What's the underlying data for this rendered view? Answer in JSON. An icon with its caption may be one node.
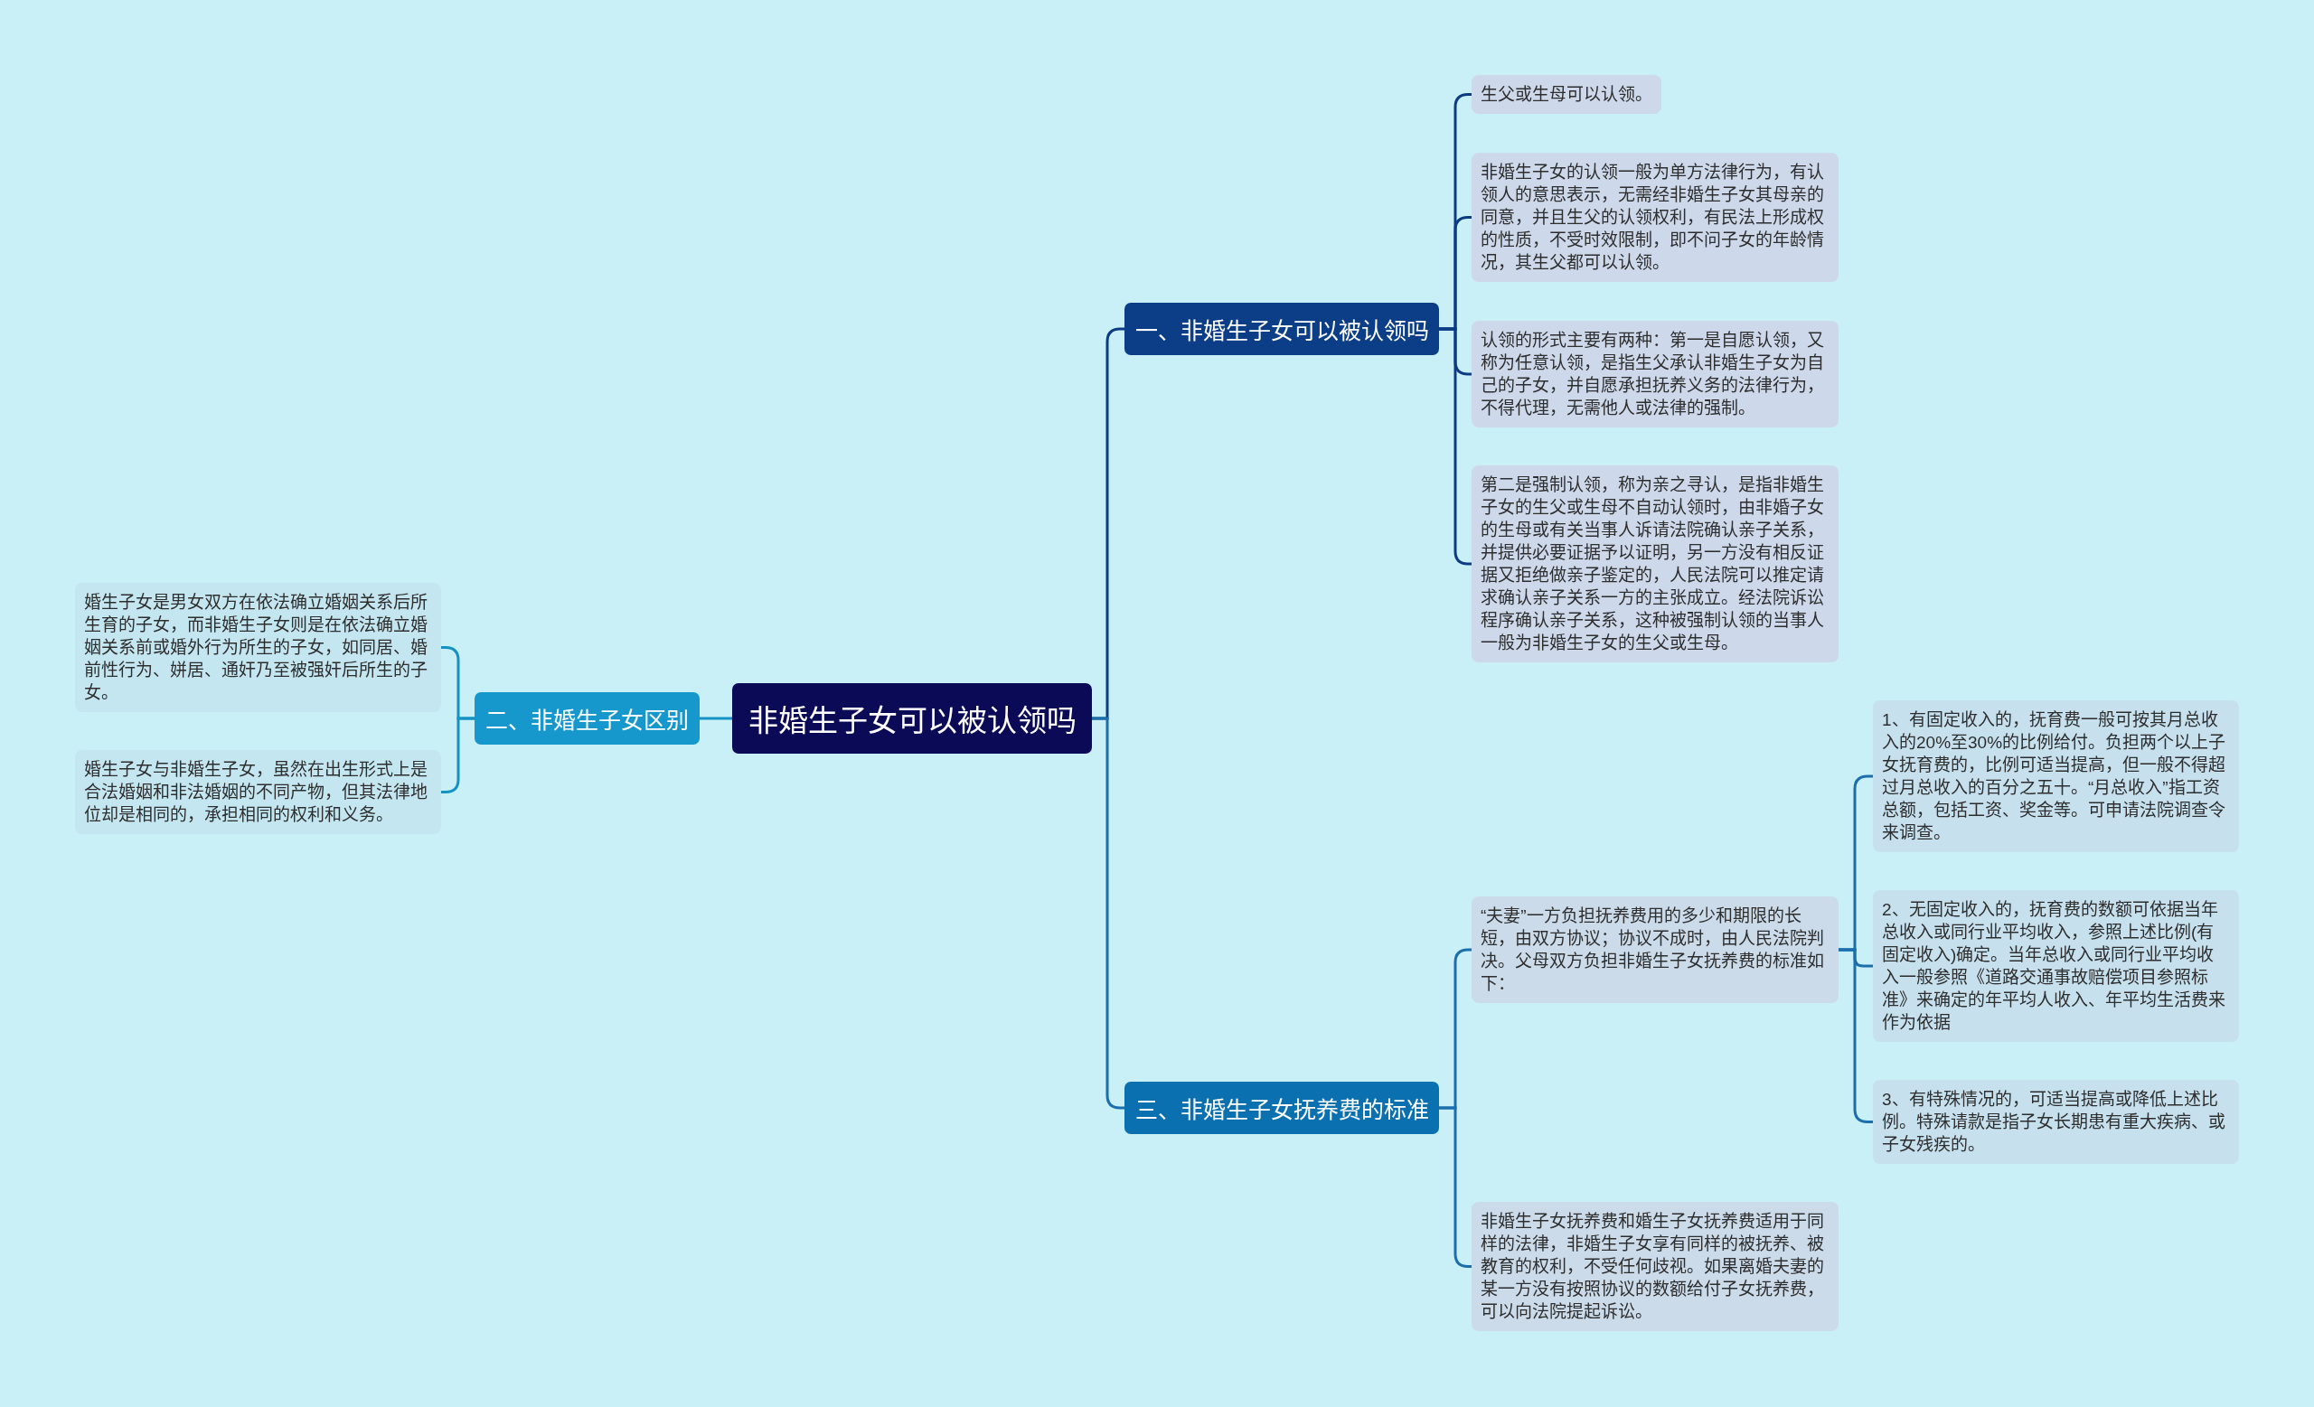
{
  "diagram": {
    "nodes": [
      {
        "text": [
          "非婚生子女可以被认领吗"
        ]
      },
      {
        "text": [
          "一、非婚生子女可以被认领吗"
        ]
      },
      {
        "text": [
          "生父或生母可以认领。"
        ]
      },
      {
        "text": [
          "非婚生子女的认领一般为单方法律行为，有认领人的意思表示，无需经非婚生子女其母亲的同意，并且生父的认领权利，有民法上形成权的性质，不受时效限制，即不问子女的年龄情况，其生父都可以认领。"
        ]
      },
      {
        "text": [
          "认领的形式主要有两种：第一是自愿认领，又称为任意认领，是指生父承认非婚生子女为自己的子女，并自愿承担抚养义务的法律行为，不得代理，无需他人或法律的强制。"
        ]
      },
      {
        "text": [
          "第二是强制认领，称为亲之寻认，是指非婚生子女的生父或生母不自动认领时，由非婚子女的生母或有关当事人诉请法院确认亲子关系，并提供必要证据予以证明，另一方没有相反证据又拒绝做亲子鉴定的，人民法院可以推定请求确认亲子关系一方的主张成立。经法院诉讼程序确认亲子关系，这种被强制认领的当事人一般为非婚生子女的生父或生母。"
        ]
      },
      {
        "text": [
          "二、非婚生子女区别"
        ]
      },
      {
        "text": [
          "婚生子女是男女双方在依法确立婚姻关系后所生育的子女，而非婚生子女则是在依法确立婚姻关系前或婚外行为所生的子女，如同居、婚前性行为、姘居、通奸乃至被强奸后所生的子女。"
        ]
      },
      {
        "text": [
          "婚生子女与非婚生子女，虽然在出生形式上是合法婚姻和非法婚姻的不同产物，但其法律地位却是相同的，承担相同的权利和义务。"
        ]
      },
      {
        "text": [
          "三、非婚生子女抚养费的标准"
        ]
      },
      {
        "text": [
          "“夫妻”一方负担抚养费用的多少和期限的长短，由双方协议；协议不成时，由人民法院判决。父母双方负担非婚生子女抚养费的标准如下："
        ]
      },
      {
        "text": [
          "1、有固定收入的，抚育费一般可按其月总收入的20%至30%的比例给付。负担两个以上子女抚育费的，比例可适当提高，但一般不得超过月总收入的百分之五十。“月总收入”指工资总额，包括工资、奖金等。可申请法院调查令来调查。"
        ]
      },
      {
        "text": [
          "2、无固定收入的，抚育费的数额可依据当年总收入或同行业平均收入，参照上述比例(有固定收入)确定。当年总收入或同行业平均收入一般参照《道路交通事故赔偿项目参照标准》来确定的年平均人收入、年平均生活费来作为依据"
        ]
      },
      {
        "text": [
          "3、有特殊情况的，可适当提高或降低上述比例。特殊请款是指子女长期患有重大疾病、或子女残疾的。"
        ]
      },
      {
        "text": [
          "非婚生子女抚养费和婚生子女抚养费适用于同样的法律，非婚生子女享有同样的被抚养、被教育的权利，不受任何歧视。如果离婚夫妻的某一方没有按照协议的数额给付子女抚养费，可以向法院提起诉讼。"
        ]
      }
    ],
    "edges": [
      {
        "from": 0,
        "to": 1,
        "arrow": "none",
        "color": "#0e3c84"
      },
      {
        "from": 1,
        "to": 2,
        "arrow": "none",
        "color": "#0e3c84"
      },
      {
        "from": 1,
        "to": 3,
        "arrow": "none",
        "color": "#0e3c84"
      },
      {
        "from": 1,
        "to": 4,
        "arrow": "none",
        "color": "#0e3c84"
      },
      {
        "from": 1,
        "to": 5,
        "arrow": "none",
        "color": "#0e3c84"
      },
      {
        "from": 0,
        "to": 6,
        "arrow": "none",
        "color": "#1592c4"
      },
      {
        "from": 6,
        "to": 7,
        "arrow": "none",
        "color": "#1592c4"
      },
      {
        "from": 6,
        "to": 8,
        "arrow": "none",
        "color": "#1592c4"
      },
      {
        "from": 0,
        "to": 9,
        "arrow": "none"
      },
      {
        "from": 9,
        "to": 10,
        "arrow": "none"
      },
      {
        "from": 10,
        "to": 11,
        "arrow": "none"
      },
      {
        "from": 10,
        "to": 12,
        "arrow": "none"
      },
      {
        "from": 10,
        "to": 13,
        "arrow": "none"
      },
      {
        "from": 9,
        "to": 14,
        "arrow": "none"
      }
    ]
  }
}
